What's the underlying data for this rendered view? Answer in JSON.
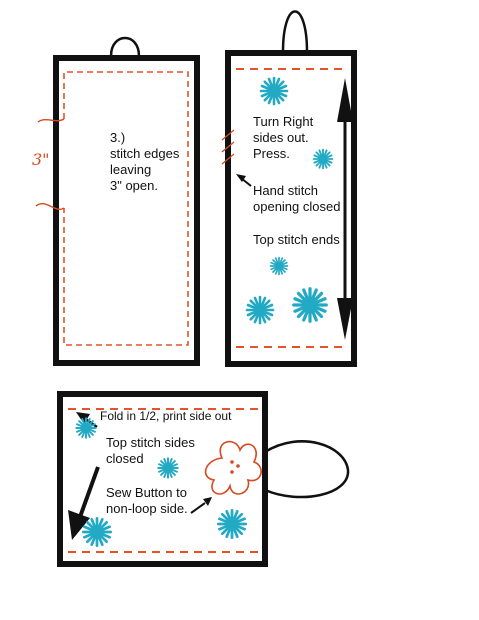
{
  "panel_1": {
    "step": "3.)",
    "line_1": "stitch edges",
    "line_2": "leaving",
    "line_3": "3\" open.",
    "margin_label": "3\""
  },
  "panel_2": {
    "turn_line_1": "Turn Right",
    "turn_line_2": "sides out.",
    "turn_line_3": "Press.",
    "hand_line_1": "Hand stitch",
    "hand_line_2": "opening closed",
    "top_stitch": "Top stitch ends"
  },
  "panel_3": {
    "fold": "Fold in 1/2, print side out",
    "top_line_1": "Top stitch sides",
    "top_line_2": "closed",
    "sew_line_1": "Sew Button to",
    "sew_line_2": "non-loop side."
  },
  "colors": {
    "outline": "#111111",
    "stitch": "#e2552b",
    "flower": "#22a9c4",
    "button": "#d64a22"
  },
  "icons": [
    "loop-icon",
    "flower-icon",
    "button-icon",
    "arrow-icon"
  ]
}
